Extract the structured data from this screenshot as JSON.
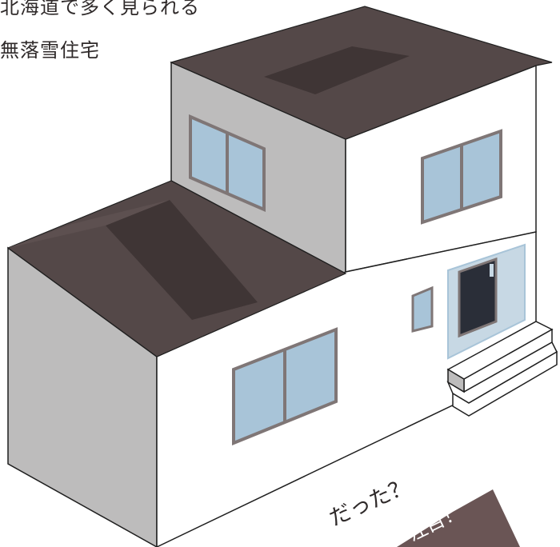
{
  "title": {
    "line1": "北海道で多く見られる",
    "line2": "無落雪住宅"
  },
  "captions": {
    "question": "だった？",
    "badge": "注目！"
  },
  "colors": {
    "roof": "#544848",
    "wall_white": "#ffffff",
    "wall_gray": "#bdbcbc",
    "window_glass": "#a8c4d8",
    "window_frame": "#7f7676",
    "outline": "#1f1f1f",
    "door": "#2a2e38",
    "badge": "#6a5555"
  }
}
